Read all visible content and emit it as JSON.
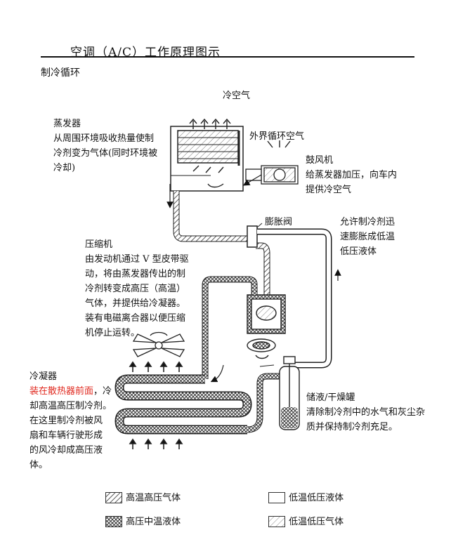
{
  "header": {
    "title": "空调（A/C）工作原理图示",
    "section": "制冷循环"
  },
  "labels": {
    "cold_air": "冷空气",
    "evaporator_title": "蒸发器",
    "evaporator_desc": [
      "从周围环境吸收热量使制",
      "冷剂变为气体(同时环境被",
      "冷却)"
    ],
    "outside_air": "外界循环空气",
    "blower_title": "鼓风机",
    "blower_desc": [
      "给蒸发器加压，向车内",
      "提供冷空气"
    ],
    "expansion_valve": "膨胀阀",
    "expansion_desc": [
      "允许制冷剂迅",
      "速膨胀成低温",
      "低压液体"
    ],
    "compressor_title": "压缩机",
    "compressor_desc": [
      "由发动机通过 V 型皮带驱",
      "动，将由蒸发器传出的制",
      "冷剂转变成高压（高温）",
      "气体，并提供给冷凝器。",
      "装有电磁离合器以便压缩",
      "机停止运转。"
    ],
    "condenser_title": "冷凝器",
    "condenser_red": "装在散热器前面",
    "condenser_after_red": "，冷",
    "condenser_desc": [
      "却高温高压制冷剂。",
      "在这里制冷剂被风",
      "扇和车辆行驶形成",
      "的风冷却成高压液",
      "体。"
    ],
    "receiver_title": "储液/干燥罐",
    "receiver_desc": [
      "清除制冷剂中的水气和灰尘杂",
      "质并保持制冷剂充足。"
    ]
  },
  "legend": [
    {
      "label": "高温高压气体",
      "pattern": "diagonal-dense"
    },
    {
      "label": "低温低压液体",
      "pattern": "blank"
    },
    {
      "label": "高压中温液体",
      "pattern": "crosshatch"
    },
    {
      "label": "低温低压气体",
      "pattern": "diagonal-light"
    }
  ],
  "colors": {
    "accent_red": "#e0281e",
    "line": "#222222"
  }
}
